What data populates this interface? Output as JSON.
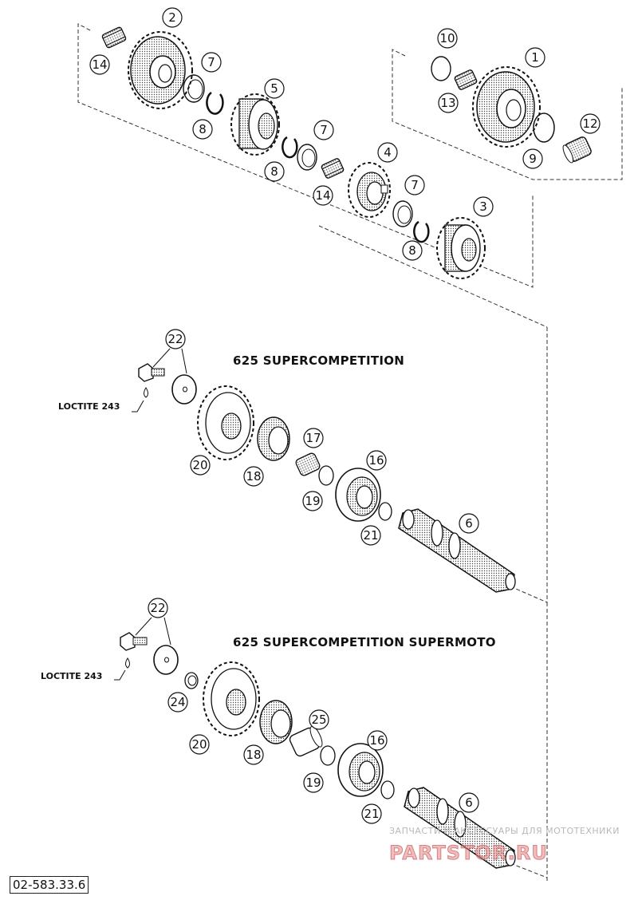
{
  "diagram_code": "02-583.33.6",
  "sections": {
    "variant_a": "625 SUPERCOMPETITION",
    "variant_b": "625 SUPERCOMPETITION SUPERMOTO"
  },
  "notes": {
    "loctite_a": "LOCTITE 243",
    "loctite_b": "LOCTITE 243"
  },
  "watermark": {
    "tagline": "ЗАПЧАСТИ И АКСЕССУАРЫ ДЛЯ МОТОТЕХНИКИ",
    "brand": "PARTSTOR.RU"
  },
  "callouts": {
    "c2": "2",
    "c14a": "14",
    "c7a": "7",
    "c8a": "8",
    "c5": "5",
    "c7b": "7",
    "c8b": "8",
    "c14b": "14",
    "c4": "4",
    "c7c": "7",
    "c8c": "8",
    "c3": "3",
    "c10": "10",
    "c1": "1",
    "c13": "13",
    "c9": "9",
    "c12": "12",
    "c22a": "22",
    "c20a": "20",
    "c18a": "18",
    "c17": "17",
    "c19a": "19",
    "c16a": "16",
    "c21a": "21",
    "c6a": "6",
    "c22b": "22",
    "c24": "24",
    "c20b": "20",
    "c18b": "18",
    "c25": "25",
    "c19b": "19",
    "c16b": "16",
    "c21b": "21",
    "c6b": "6"
  }
}
